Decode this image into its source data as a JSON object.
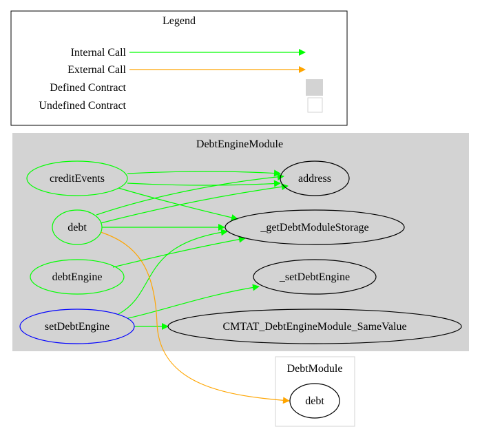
{
  "legend": {
    "title": "Legend",
    "internal_call_label": "Internal Call",
    "external_call_label": "External Call",
    "defined_contract_label": "Defined Contract",
    "undefined_contract_label": "Undefined Contract"
  },
  "clusters": {
    "debt_engine_module": {
      "title": "DebtEngineModule",
      "nodes": {
        "credit_events": "creditEvents",
        "debt": "debt",
        "debt_engine": "debtEngine",
        "set_debt_engine": "setDebtEngine",
        "address": "address",
        "get_debt_module_storage": "_getDebtModuleStorage",
        "set_debt_engine_internal": "_setDebtEngine",
        "cmtat_same_value": "CMTAT_DebtEngineModule_SameValue"
      }
    },
    "debt_module": {
      "title": "DebtModule",
      "nodes": {
        "debt": "debt"
      }
    }
  },
  "colors": {
    "internal_call": "#00ff00",
    "external_call": "#ffa500",
    "defined_contract_fill": "#d3d3d3",
    "public_function_border": "#00ff00",
    "internal_function_border": "#0000ff",
    "undefined_contract_border": "#d3d3d3"
  }
}
